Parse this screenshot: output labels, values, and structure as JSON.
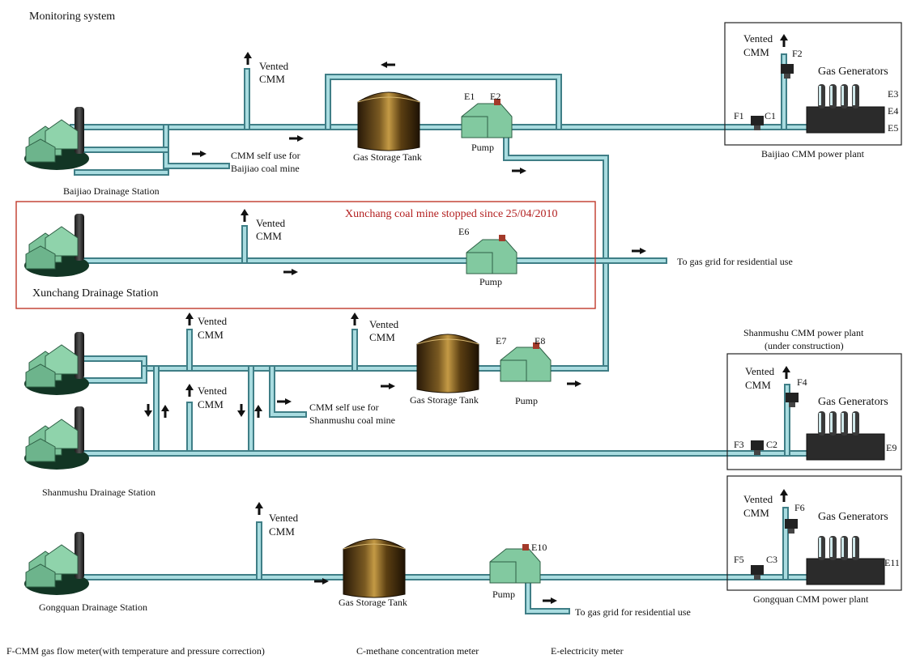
{
  "title": "Monitoring system",
  "stations": {
    "baijiao": "Baijiao Drainage Station",
    "xunchang": "Xunchang Drainage Station",
    "shanmushu": "Shanmushu Drainage Station",
    "gongquan": "Gongquan Drainage Station"
  },
  "notice": "Xunchang coal mine stopped since 25/04/2010",
  "vented_line1": "Vented",
  "vented_line2": "CMM",
  "tank_label": "Gas Storage Tank",
  "pump_label": "Pump",
  "self_use": {
    "baijiao_line1": "CMM self use for",
    "baijiao_line2": "Baijiao coal mine",
    "shanmushu_line1": "CMM self use for",
    "shanmushu_line2": "Shanmushu coal mine"
  },
  "grid_label": "To gas grid for residential use",
  "generators_label": "Gas Generators",
  "plants": {
    "baijiao": "Baijiao CMM power plant",
    "shanmushu_line1": "Shanmushu CMM power plant",
    "shanmushu_line2": "(under construction)",
    "gongquan": "Gongquan CMM power plant"
  },
  "meters": {
    "e1": "E1",
    "e2": "E2",
    "e3": "E3",
    "e4": "E4",
    "e5": "E5",
    "e6": "E6",
    "e7": "E7",
    "e8": "E8",
    "e9": "E9",
    "e10": "E10",
    "e11": "E11",
    "f1": "F1",
    "f2": "F2",
    "f3": "F3",
    "f4": "F4",
    "f5": "F5",
    "f6": "F6",
    "c1": "C1",
    "c2": "C2",
    "c3": "C3"
  },
  "legend": {
    "f": "F-CMM gas flow meter(with temperature and pressure correction)",
    "c": "C-methane concentration meter",
    "e": "E-electricity meter"
  }
}
